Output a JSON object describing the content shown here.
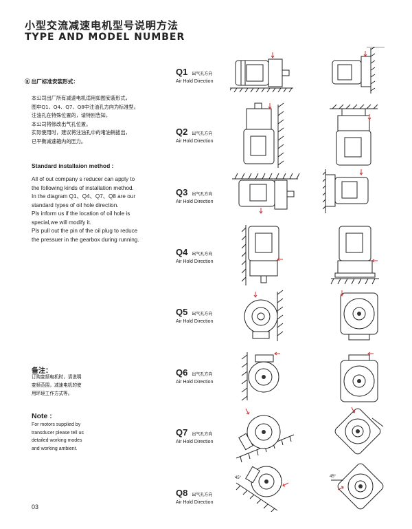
{
  "header": {
    "title_cn": "小型交流减速电机型号说明方法",
    "title_en": "TYPE AND MODEL NUMBER"
  },
  "section": {
    "heading": "⑧ 出厂标准安装形式：",
    "body_cn": [
      "本公司出厂所有减速电机适用如图安装形式，",
      "图中Q1、Q4、Q7、Q8中注油孔方向为标准型。",
      "注油孔在特殊位置的，请特别告知，",
      "本公司将修改出气孔位置。",
      "实际使用时，建议将注油孔中的堵油销拔出，",
      "已平衡减速箱内的压力。"
    ],
    "std_heading": "Standard installaion method :",
    "body_en": [
      "All of out company s reducer can apply to",
      "the following kinds of installation method.",
      "In the diagram Q1、Q4、Q7、Q8 are our",
      "standard types of oil hole direction.",
      "Pls inform us if the location of oil hole is",
      "special,we will modify it.",
      "Pls pull out the pin of the oil plug to reduce",
      "the pressuer in the gearbox during running."
    ]
  },
  "notes": {
    "cn_heading": "备注：",
    "cn_lines": [
      "订购变频电机时，请说明",
      "变频范围，减速电机的使",
      "用环境工作方式等。"
    ],
    "en_heading": "Note :",
    "en_lines": [
      "For motors supplied by",
      "transducer please tell us",
      "detailed working modes",
      "and working ambient."
    ]
  },
  "positions": [
    {
      "code": "Q1",
      "label_cn": "出气孔方向",
      "label_en": "Air Hold Direction"
    },
    {
      "code": "Q2",
      "label_cn": "出气孔方向",
      "label_en": "Air Hold Direction"
    },
    {
      "code": "Q3",
      "label_cn": "出气孔方向",
      "label_en": "Air Hold Direction"
    },
    {
      "code": "Q4",
      "label_cn": "出气孔方向",
      "label_en": "Air Hold Direction"
    },
    {
      "code": "Q5",
      "label_cn": "出气孔方向",
      "label_en": "Air Hold Direction"
    },
    {
      "code": "Q6",
      "label_cn": "出气孔方向",
      "label_en": "Air Hold Direction"
    },
    {
      "code": "Q7",
      "label_cn": "出气孔方向",
      "label_en": "Air Hold Direction"
    },
    {
      "code": "Q8",
      "label_cn": "出气孔方向",
      "label_en": "Air Hold Direction"
    }
  ],
  "figures": {
    "angle_labels": [
      "45°",
      "45°"
    ]
  },
  "footer": {
    "page_number": "03"
  }
}
